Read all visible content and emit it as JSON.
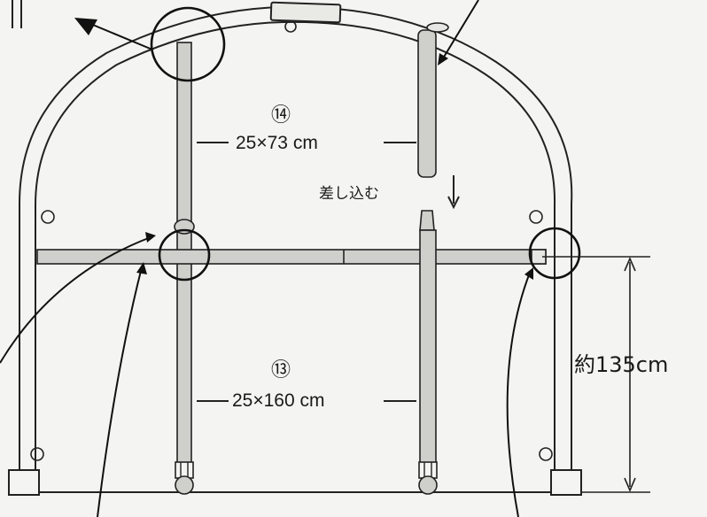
{
  "diagram": {
    "part_14": {
      "number": "⑭",
      "size": "25×73 cm"
    },
    "part_13": {
      "number": "⑬",
      "size": "25×160 cm"
    },
    "insert_instruction": "差し込む",
    "height_label": "約135cm"
  }
}
